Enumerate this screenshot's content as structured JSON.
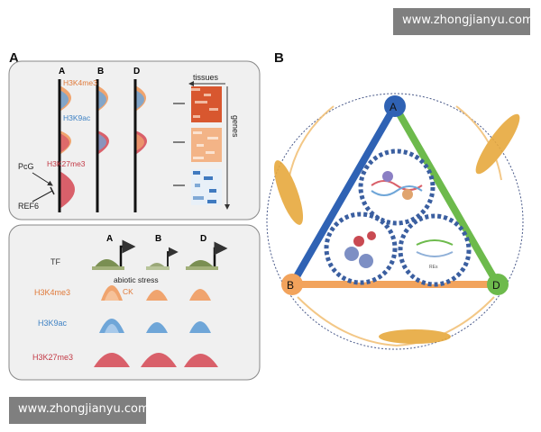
{
  "watermark": "www.zhongjianyu.com",
  "panel_a": {
    "letter": "A",
    "top_box": {
      "columns": [
        "A",
        "B",
        "D"
      ],
      "marks": [
        "H3K4me3",
        "H3K9ac",
        "H3K27me3"
      ],
      "regulators": [
        "PcG",
        "REF6"
      ],
      "axis_tissues": "tissues",
      "axis_genes": "genes"
    },
    "bottom_box": {
      "columns": [
        "A",
        "B",
        "D"
      ],
      "rows": [
        "TF",
        "H3K4me3",
        "H3K9ac",
        "H3K27me3"
      ],
      "annotations": [
        "abiotic stress",
        "CK"
      ]
    }
  },
  "panel_b": {
    "letter": "B",
    "vertices": [
      "A",
      "B",
      "D"
    ],
    "gear_label": "REs"
  },
  "colors": {
    "h3k4me3": "#f0a46e",
    "h3k9ac": "#6fa6d8",
    "h3k27me3": "#d9606a",
    "edge_a_b": "#2f62b4",
    "edge_b_d": "#f2a35c",
    "edge_a_d": "#6dba4c",
    "tf_green": "#7a8f52"
  }
}
